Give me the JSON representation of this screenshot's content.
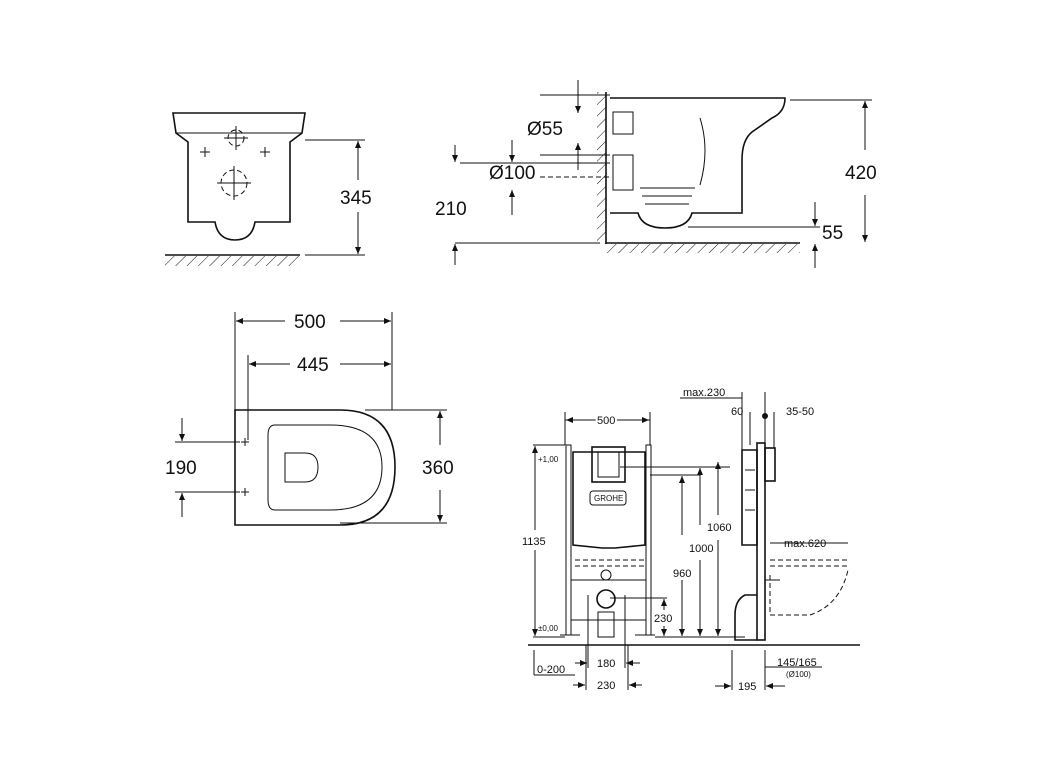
{
  "front_view": {
    "height": "345"
  },
  "side_view": {
    "d_inlet": "Ø55",
    "d_outlet": "Ø100",
    "outlet_height": "210",
    "total_height": "420",
    "bottom_clearance": "55"
  },
  "top_view": {
    "length": "500",
    "length_inner": "445",
    "bolt_spacing": "190",
    "width": "360"
  },
  "frame_front": {
    "width": "500",
    "level_top": "+1,00",
    "level_zero": "±0,00",
    "height_total": "1135",
    "height_1060": "1060",
    "height_1000": "1000",
    "height_960": "960",
    "height_230": "230",
    "foot_adjust": "0-200",
    "spacing_180": "180",
    "spacing_230": "230",
    "logo": "GROHE"
  },
  "frame_side": {
    "max_230": "max.230",
    "dim_60": "60",
    "dim_35_50": "35-50",
    "max_620": "max.620",
    "dim_145_165": "145/165",
    "d_100": "(Ø100)",
    "dim_195": "195"
  }
}
